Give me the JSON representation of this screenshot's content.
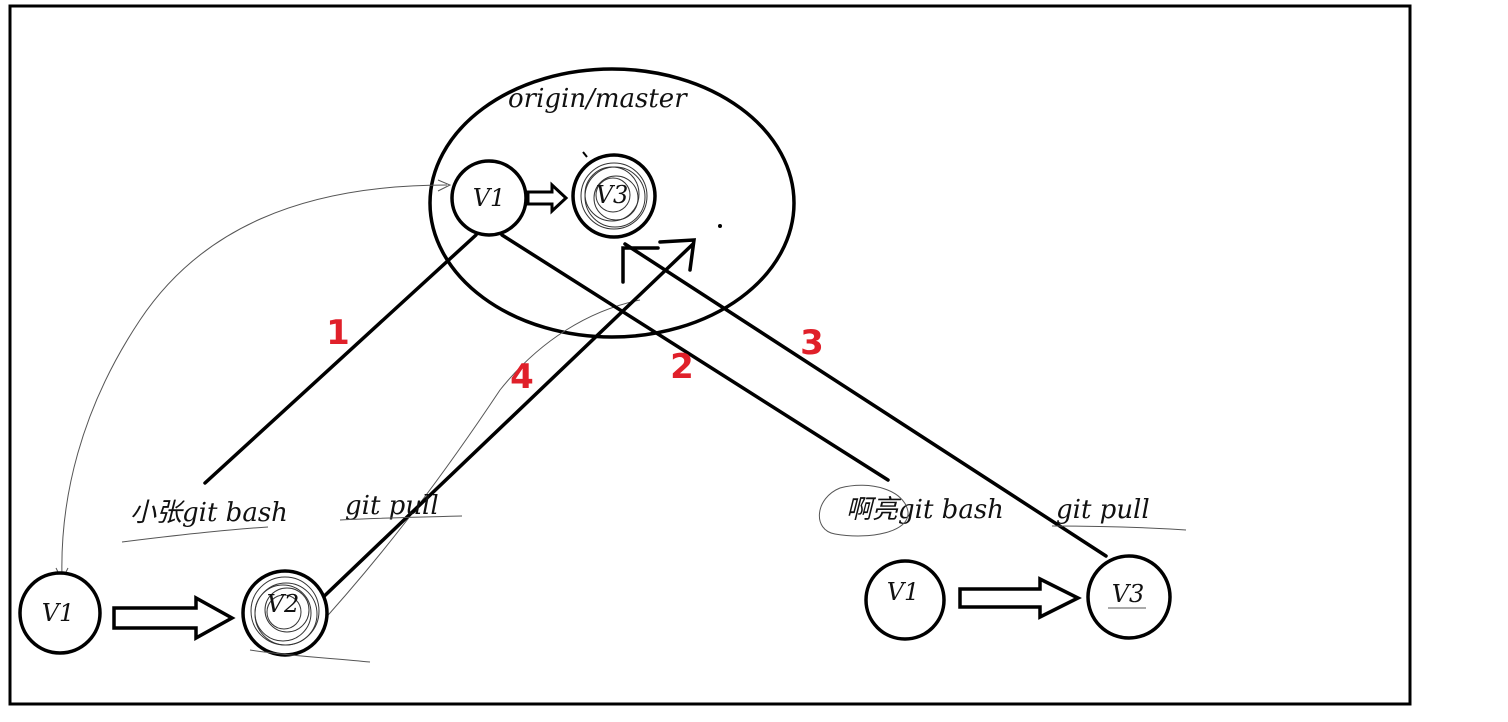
{
  "remote": {
    "label": "origin/master",
    "nodes": [
      "V1",
      "V3"
    ]
  },
  "left_client": {
    "label": "小张git bash",
    "command": "git pull",
    "nodes": [
      "V1",
      "V2"
    ]
  },
  "right_client": {
    "label": "啊亮git bash",
    "command": "git pull",
    "nodes": [
      "V1",
      "V3"
    ]
  },
  "steps": [
    "1",
    "2",
    "3",
    "4"
  ],
  "colors": {
    "step_number": "#e0202a",
    "line": "#000000",
    "frame": "#000000"
  }
}
